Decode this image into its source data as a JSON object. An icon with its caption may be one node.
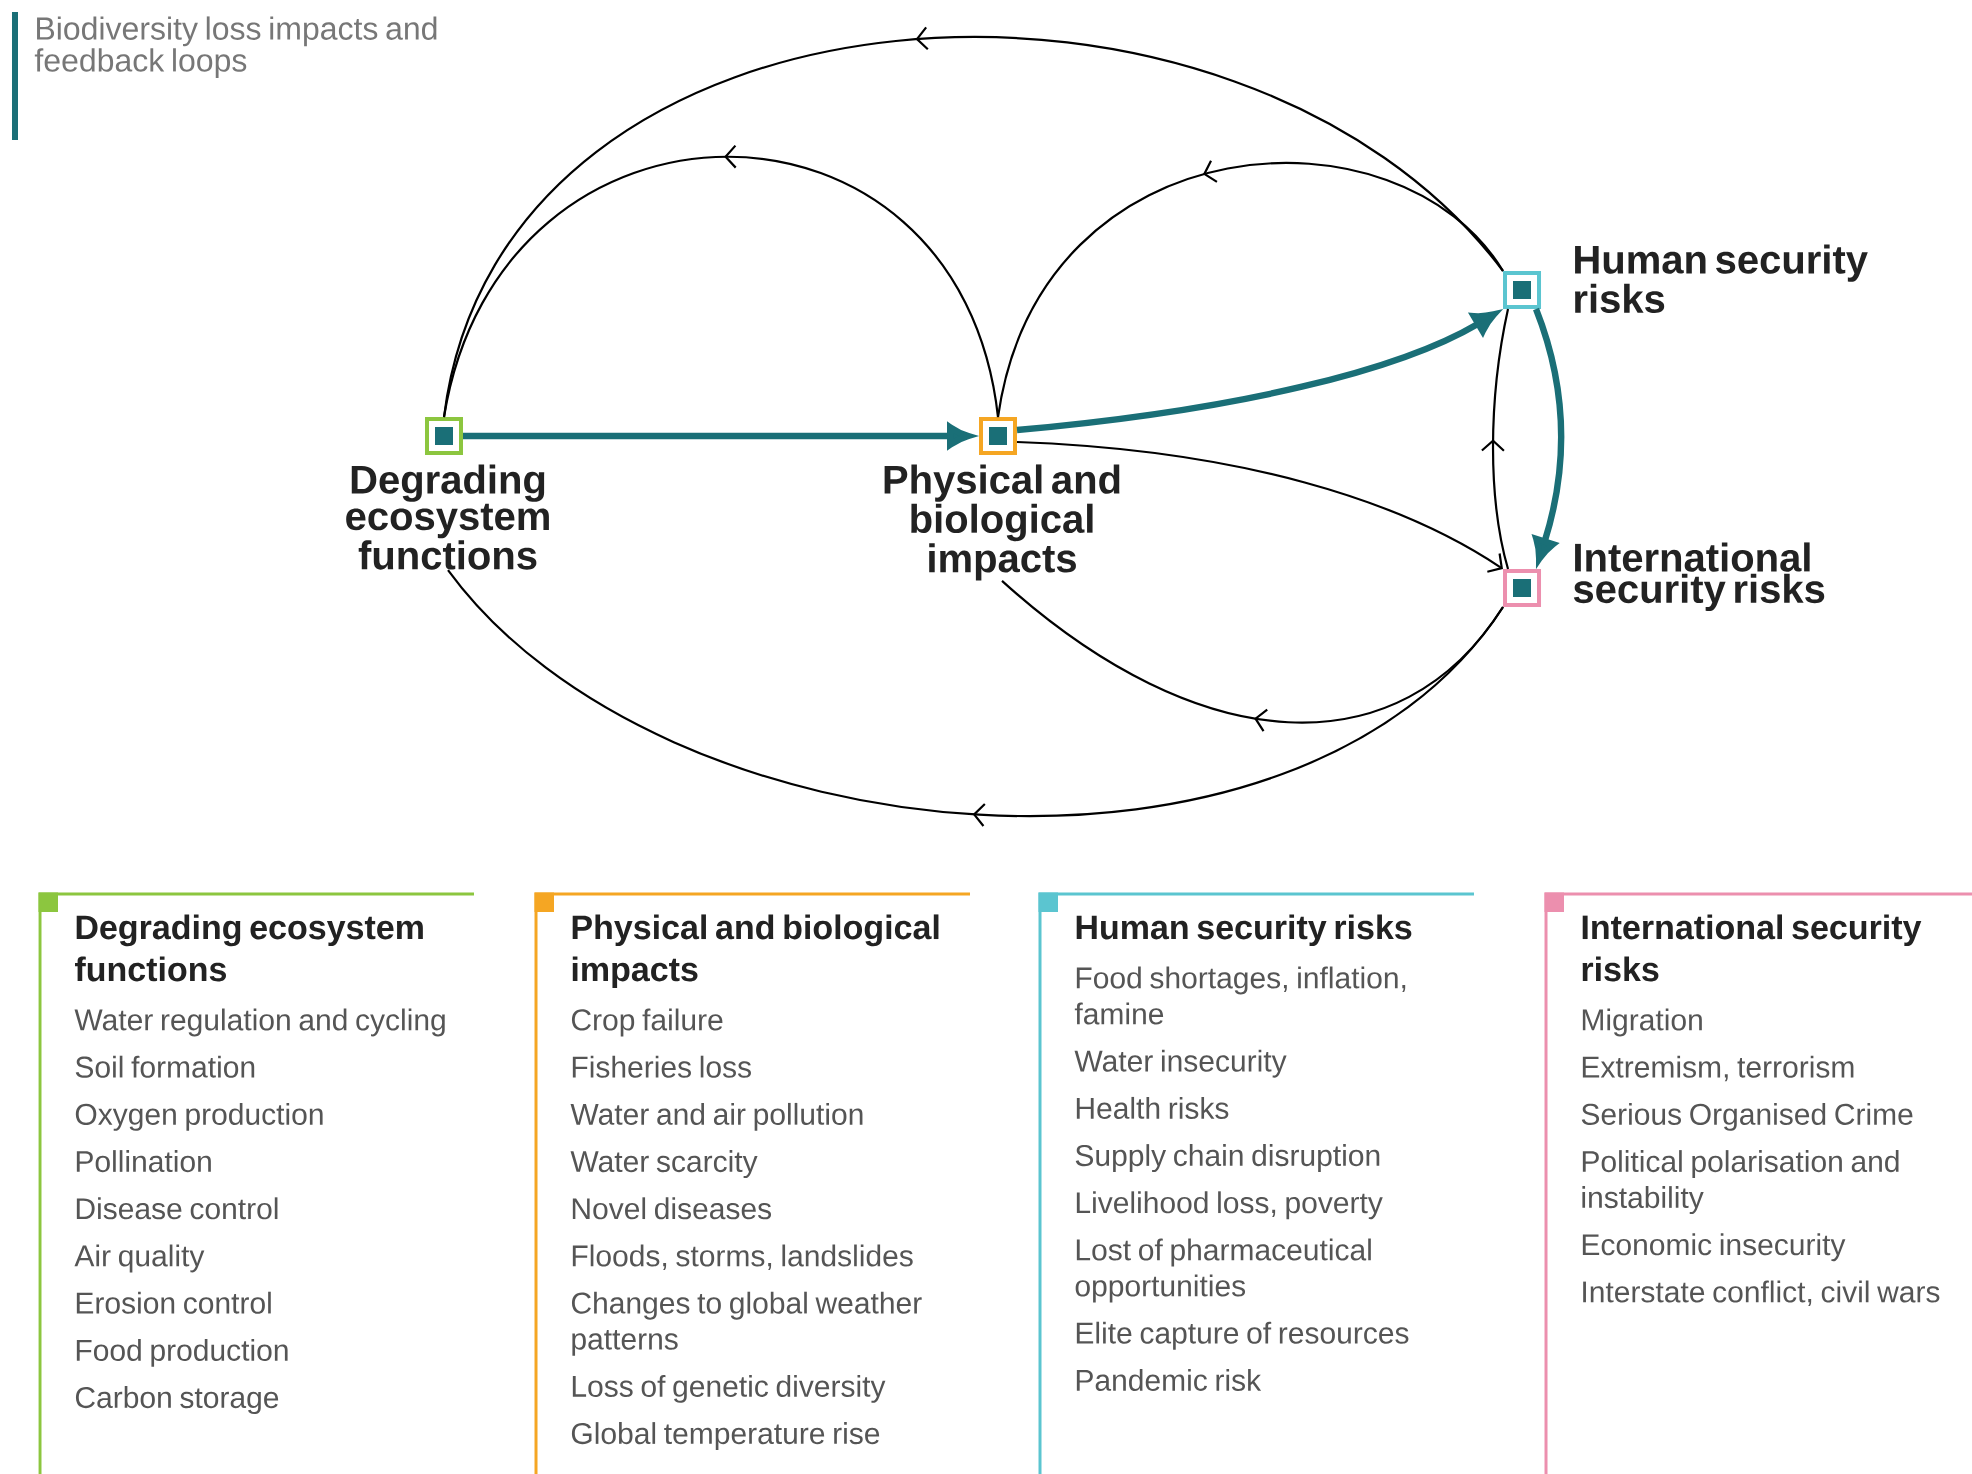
{
  "diagram": {
    "title": "Biodiversity loss impacts and feedback loops",
    "nodes": [
      {
        "text": [
          "Degrading ecosystem functions"
        ]
      },
      {
        "text": [
          "Physical and biological impacts"
        ]
      },
      {
        "text": [
          "Human security risks"
        ]
      },
      {
        "text": [
          "International security risks"
        ]
      },
      {
        "text": [
          "Degrading ecosystem functions",
          "Water regulation and cycling",
          "Soil formation",
          "Oxygen production",
          "Pollination",
          "Disease control",
          "Air quality",
          "Erosion control",
          "Food production",
          "Carbon storage"
        ]
      },
      {
        "text": [
          "Physical and biological impacts",
          "Crop failure",
          "Fisheries loss",
          "Water and air pollution",
          "Water scarcity",
          "Novel diseases",
          "Floods, storms, landslides",
          "Changes to global weather patterns",
          "Loss of genetic diversity",
          "Global temperature rise"
        ]
      },
      {
        "text": [
          "Human security risks",
          "Food shortages, inflation, famine",
          "Water insecurity",
          "Health risks",
          "Supply chain disruption",
          "Livelihood loss, poverty",
          "Lost of pharmaceutical opportunities",
          "Elite capture of resources",
          "Pandemic risk"
        ]
      },
      {
        "text": [
          "International security risks",
          "Migration",
          "Extremism, terrorism",
          "Serious Organised Crime",
          "Political polarisation and instability",
          "Economic insecurity",
          "Interstate conflict, civil wars"
        ]
      }
    ],
    "edges": [
      {
        "from": 0,
        "to": 1,
        "arrow": "to",
        "style": "thick",
        "color": "#1a6f77"
      },
      {
        "from": 1,
        "to": 2,
        "arrow": "to",
        "style": "thick",
        "color": "#1a6f77"
      },
      {
        "from": 1,
        "to": 3,
        "arrow": "to"
      },
      {
        "from": 2,
        "to": 3,
        "arrow": "to",
        "style": "thick",
        "color": "#1a6f77"
      },
      {
        "from": 3,
        "to": 2,
        "arrow": "to"
      },
      {
        "from": 2,
        "to": 0,
        "arrow": "to"
      },
      {
        "from": 1,
        "to": 0,
        "arrow": "to"
      },
      {
        "from": 2,
        "to": 1,
        "arrow": "to"
      },
      {
        "from": 3,
        "to": 1,
        "arrow": "to"
      },
      {
        "from": 3,
        "to": 0,
        "arrow": "to"
      }
    ]
  }
}
